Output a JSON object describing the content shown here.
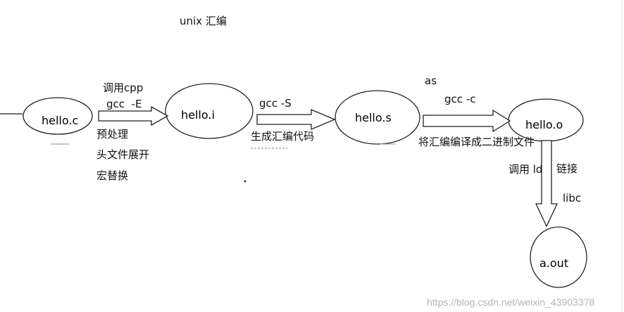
{
  "title": "unix 汇编",
  "nodes": {
    "hello_c": "hello.c",
    "hello_i": "hello.i",
    "hello_s": "hello.s",
    "hello_o": "hello.o",
    "a_out": "a.out"
  },
  "steps": {
    "preprocess": {
      "tool": "调用cpp",
      "command": "gcc  -E",
      "notes": [
        "预处理",
        "头文件展开",
        "宏替换"
      ]
    },
    "compile": {
      "command": "gcc -S",
      "note": "生成汇编代码"
    },
    "assemble": {
      "tool": "as",
      "command": "gcc -c",
      "note": "将汇编编译成二进制文件"
    },
    "link": {
      "tool": "调用 ld",
      "note": "链接",
      "library": "libc"
    }
  },
  "watermark": "https://blog.csdn.net/weixin_43903378"
}
